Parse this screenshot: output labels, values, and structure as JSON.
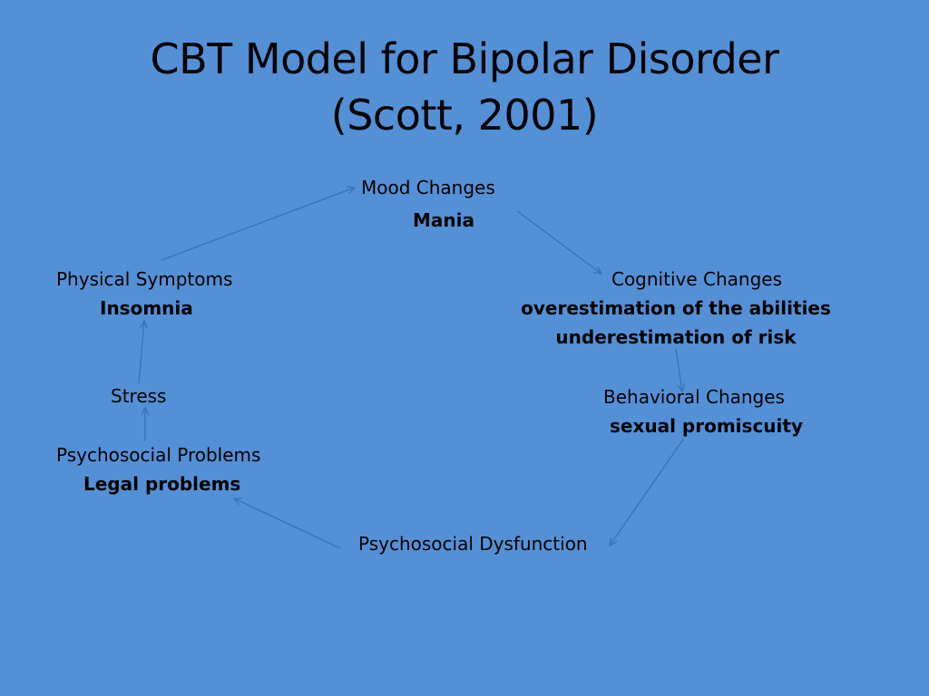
{
  "title": {
    "line1": "CBT Model for Bipolar Disorder",
    "line2": "(Scott, 2001)"
  },
  "nodes": {
    "mood": {
      "label": "Mood Changes",
      "detail": "Mania"
    },
    "cognitive": {
      "label": "Cognitive Changes",
      "detail1": "overestimation of the abilities",
      "detail2": "underestimation of risk"
    },
    "behavioral": {
      "label": "Behavioral Changes",
      "detail": "sexual promiscuity"
    },
    "dysfunction": {
      "label": "Psychosocial Dysfunction"
    },
    "psychosocial": {
      "label": "Psychosocial Problems",
      "detail": "Legal problems"
    },
    "stress": {
      "label": "Stress"
    },
    "physical": {
      "label": "Physical Symptoms",
      "detail": "Insomnia"
    }
  },
  "colors": {
    "background": "#5490d6",
    "arrow": "#3d6fb3"
  }
}
